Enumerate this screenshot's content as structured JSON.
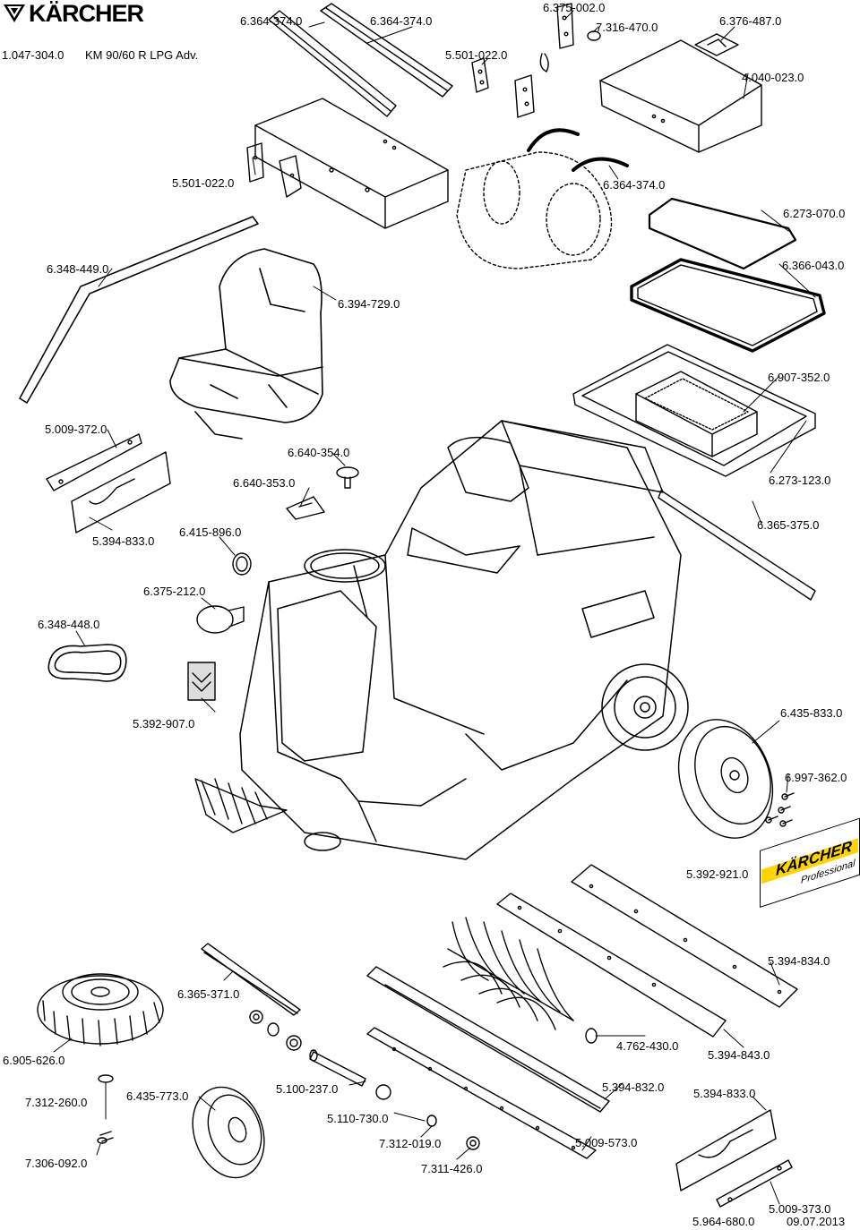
{
  "header": {
    "brand": "KÄRCHER",
    "document_number": "1.047-304.0",
    "model": "KM 90/60 R LPG  Adv."
  },
  "labels": {
    "p01": "6.364-374.0",
    "p02": "6.364-374.0",
    "p03": "6.375-002.0",
    "p04": "7.316-470.0",
    "p05": "6.376-487.0",
    "p06": "5.501-022.0",
    "p07": "4.040-023.0",
    "p08": "5.501-022.0",
    "p09": "6.364-374.0",
    "p10": "6.273-070.0",
    "p11": "6.348-449.0",
    "p12": "6.366-043.0",
    "p13": "6.394-729.0",
    "p14": "6.907-352.0",
    "p15": "5.009-372.0",
    "p16": "6.640-354.0",
    "p17": "6.640-353.0",
    "p18": "6.273-123.0",
    "p19": "5.394-833.0",
    "p20": "6.415-896.0",
    "p21": "6.365-375.0",
    "p22": "6.375-212.0",
    "p23": "6.348-448.0",
    "p24": "5.392-907.0",
    "p25": "6.435-833.0",
    "p26": "6.997-362.0",
    "p27": "5.392-921.0",
    "p28": "5.394-834.0",
    "p29": "6.365-371.0",
    "p30": "6.905-626.0",
    "p31": "4.762-430.0",
    "p32": "5.394-843.0",
    "p33": "7.312-260.0",
    "p34": "6.435-773.0",
    "p35": "5.100-237.0",
    "p36": "5.394-832.0",
    "p37": "5.394-833.0",
    "p38": "5.110-730.0",
    "p39": "7.312-019.0",
    "p40": "5.009-573.0",
    "p41": "7.306-092.0",
    "p42": "7.311-426.0",
    "p43": "5.009-373.0"
  },
  "decal": {
    "brand": "KÄRCHER",
    "tagline": "Professional"
  },
  "footer": {
    "drawing_number": "5.964-680.0",
    "date": "09.07.2013"
  }
}
